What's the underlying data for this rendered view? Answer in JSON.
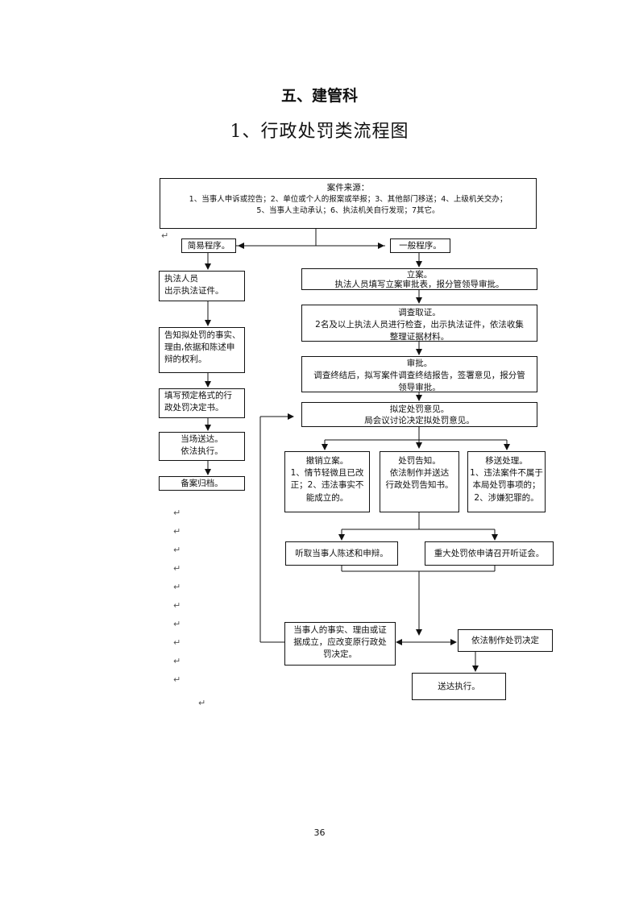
{
  "section_title": "五、建管科",
  "chart_title": "1、行政处罚类流程图",
  "page_number": "36",
  "paragraph_mark": "↵",
  "boxes": {
    "source": {
      "heading": "案件来源：",
      "line1": "1、当事人申诉或控告；2、单位或个人的报案或举报；3、其他部门移送；4、上级机关交办；",
      "line2": "5、当事人主动承认；6、执法机关自行发现；7其它。"
    },
    "simple": "简易程序。",
    "general": "一般程序。",
    "show_id": {
      "line1": "执法人员",
      "line2": "出示执法证件。"
    },
    "inform": {
      "line1": "告知拟处罚的事实、",
      "line2": "理由,依据和陈述申",
      "line3": "辩的权利。"
    },
    "fill_form": {
      "line1": "填写预定格式的行",
      "line2": "政处罚决定书。"
    },
    "deliver_simple": {
      "line1": "当场送达。",
      "line2": "依法执行。"
    },
    "archive": "备案归档。",
    "register": {
      "line1": "立案。",
      "line2": "执法人员填写立案审批表，报分管领导审批。"
    },
    "investigate": {
      "line1": "调查取证。",
      "line2": "2名及以上执法人员进行检查，出示执法证件，依法收集",
      "line3": "整理证据材料。"
    },
    "approve": {
      "line1": "审批。",
      "line2": "调查终结后，拟写案件调查终结报告，签署意见，报分管",
      "line3": "领导审批。"
    },
    "propose": {
      "line1": "拟定处罚意见。",
      "line2": "局会议讨论决定拟处罚意见。"
    },
    "revoke": {
      "line1": "撤销立案。",
      "line2": "1、情节轻微且已改",
      "line3": "正；2、违法事实不",
      "line4": "能成立的。"
    },
    "notice": {
      "line1": "处罚告知。",
      "line2": "依法制作并送达",
      "line3": "行政处罚告知书。"
    },
    "transfer": {
      "line1": "移送处理。",
      "line2": "1、违法案件不属于",
      "line3": "本局处罚事项的；",
      "line4": "2、涉嫌犯罪的。"
    },
    "hearing_statement": "听取当事人陈述和申辩。",
    "hearing_major": "重大处罚依申请召开听证会。",
    "change_decision": {
      "line1": "当事人的事实、理由或证",
      "line2": "据成立，应改变原行政处",
      "line3": "罚决定。"
    },
    "make_decision": "依法制作处罚决定",
    "deliver_execute": "送达执行。"
  }
}
